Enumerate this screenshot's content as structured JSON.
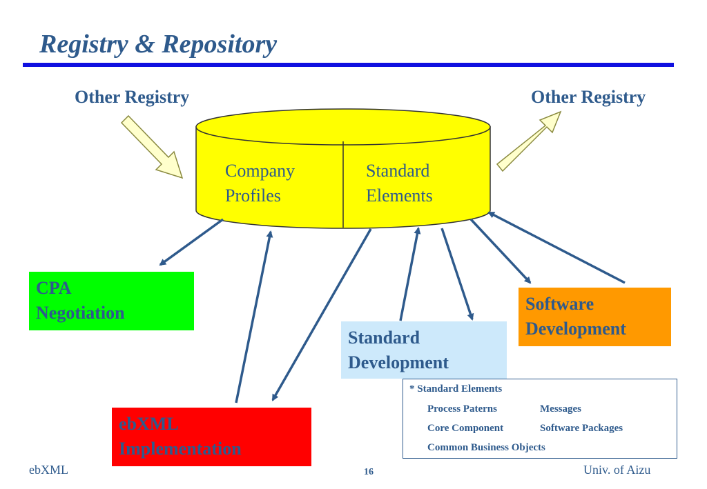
{
  "title": "Registry & Repository",
  "registry_left": "Other Registry",
  "registry_right": "Other Registry",
  "repository": {
    "left_line1": "Company",
    "left_line2": "Profiles",
    "right_line1": "Standard",
    "right_line2": "Elements",
    "fill_color": "#ffff00"
  },
  "boxes": {
    "cpa": {
      "line1": "CPA",
      "line2": "Negotiation",
      "color": "#00ff00"
    },
    "ebxml": {
      "line1": "ebXML",
      "line2": "Implementation",
      "color": "#ff0000"
    },
    "standard_dev": {
      "line1": "Standard",
      "line2": "Development",
      "color": "#cde9fb"
    },
    "software_dev": {
      "line1": "Software",
      "line2": "Development",
      "color": "#ff9900"
    }
  },
  "legend": {
    "heading": "* Standard Elements",
    "items": [
      "Process Paterns",
      "Messages",
      "Core Component",
      "Software Packages",
      "Common Business Objects"
    ]
  },
  "footer": {
    "left": "ebXML",
    "page": "16",
    "right": "Univ. of Aizu"
  }
}
